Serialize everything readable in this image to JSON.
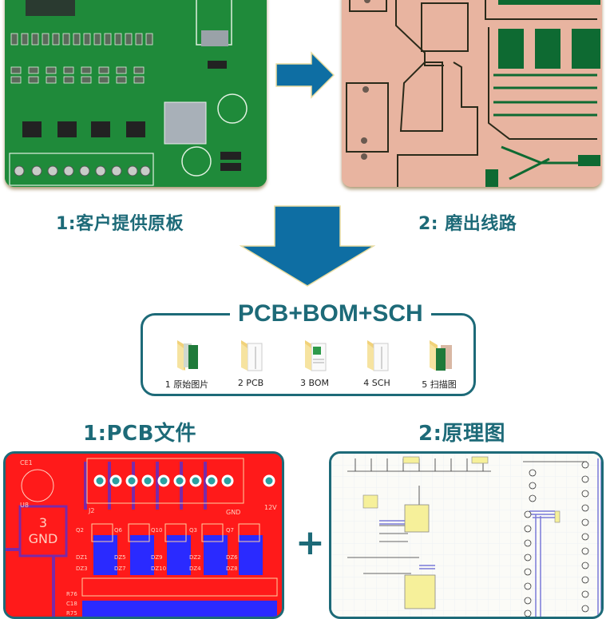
{
  "steps": {
    "step1_caption": "1:客户提供原板",
    "step2_caption": "2: 磨出线路"
  },
  "package": {
    "title": "PCB+BOM+SCH",
    "files": [
      {
        "label": "1 原始图片",
        "icon": "folder-photo-icon"
      },
      {
        "label": "2 PCB",
        "icon": "folder-document-icon"
      },
      {
        "label": "3 BOM",
        "icon": "folder-spreadsheet-icon"
      },
      {
        "label": "4 SCH",
        "icon": "folder-document-icon"
      },
      {
        "label": "5 扫描图",
        "icon": "folder-scan-icon"
      }
    ]
  },
  "outputs": {
    "pcb_caption": "1:PCB文件",
    "schematic_caption": "2:原理图",
    "plus_sign": "+"
  },
  "pcb_labels": {
    "gnd_pad_num": "3",
    "gnd_pad_text": "GND",
    "j2": "J2",
    "gnd": "GND",
    "v12": "12V",
    "ce1": "CE1",
    "u8": "U8",
    "transistors": [
      "Q2",
      "Q6",
      "Q10",
      "Q3",
      "Q7"
    ],
    "zeners_top": [
      "DZ1",
      "DZ5",
      "DZ9",
      "DZ2",
      "DZ6"
    ],
    "zeners_bottom": [
      "DZ3",
      "DZ7",
      "DZ10",
      "DZ4",
      "DZ8"
    ],
    "side_parts": [
      "R76",
      "C18",
      "R75"
    ]
  },
  "colors": {
    "accent": "#1d6a78",
    "arrow": "#0e6ea3",
    "pcb_green": "#1f8a3a",
    "copper": "#e8b4a0",
    "pcb_red": "#ff1a1a",
    "pcb_blue": "#2a2aff",
    "chip_yellow": "#f6f09a"
  }
}
